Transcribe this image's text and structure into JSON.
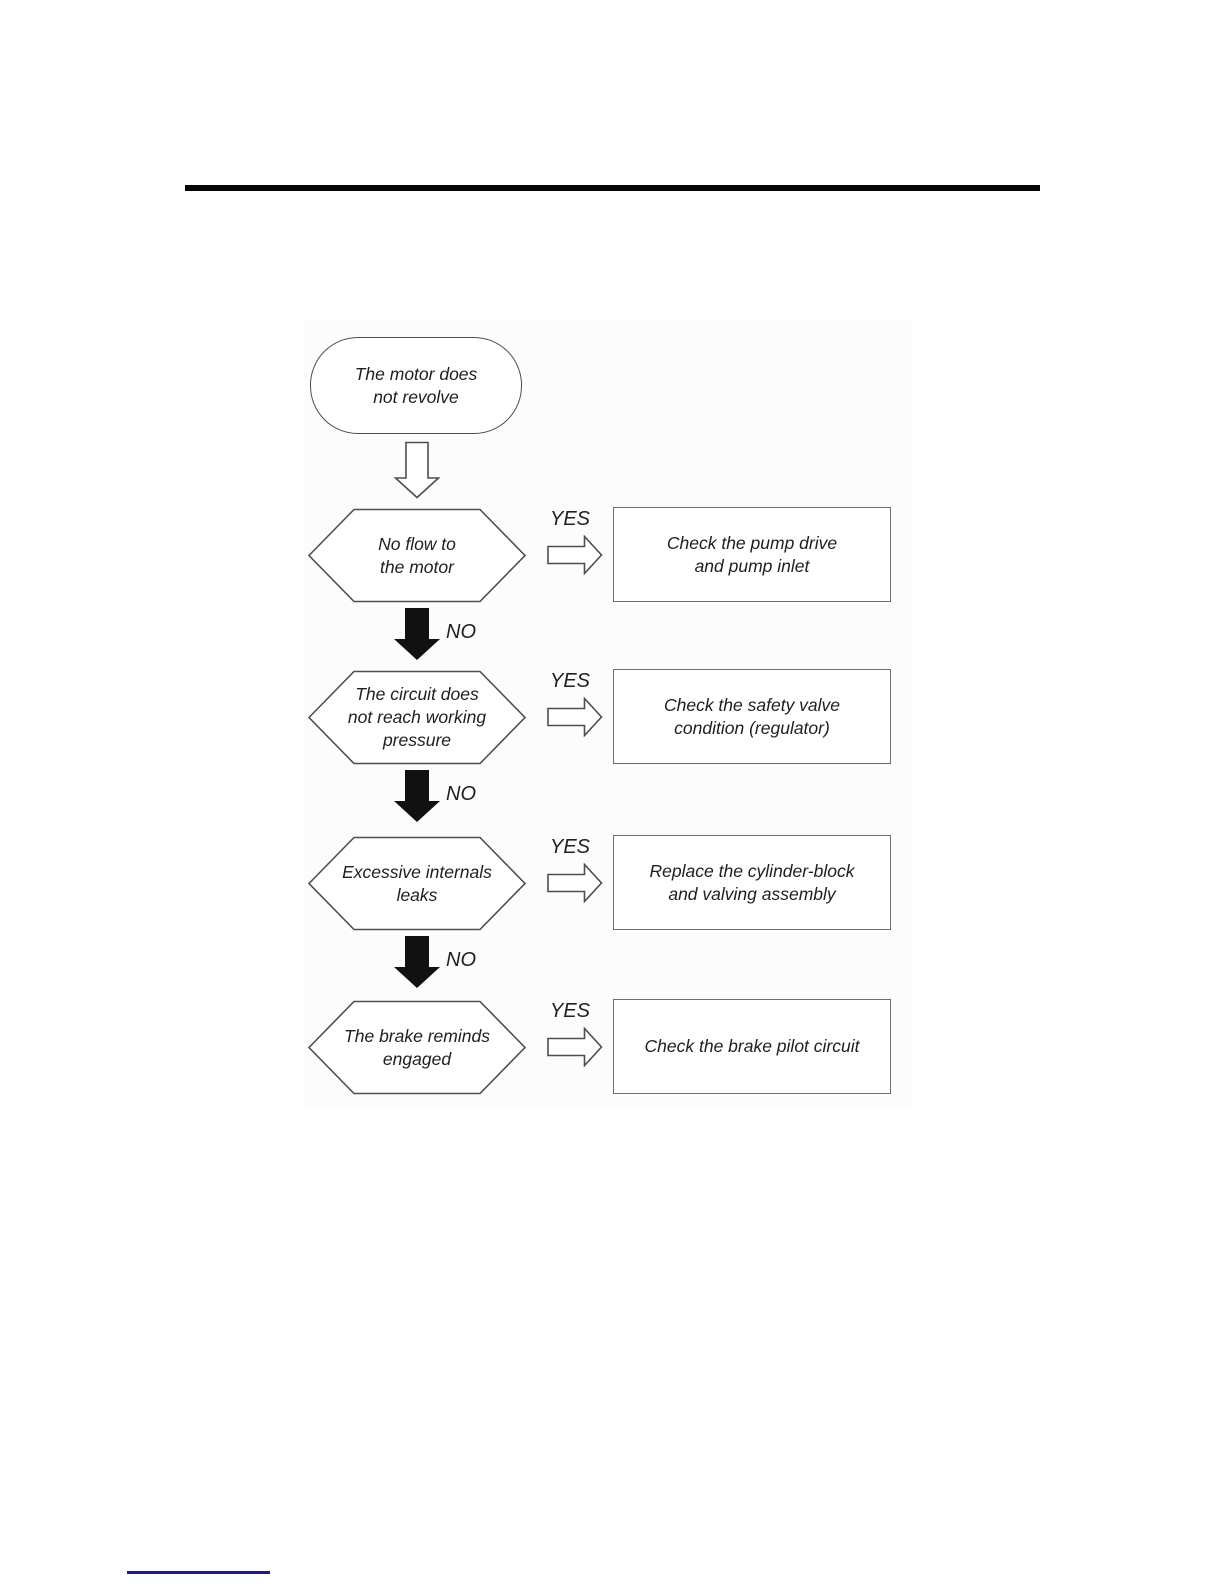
{
  "colors": {
    "header_rule": "#050505",
    "shape_outline": "#4e4e4e",
    "action_box_outline": "#6d6d6d",
    "no_arrow_fill": "#111111",
    "footer_rule": "#1b1b8e"
  },
  "icons": {
    "start_to_first_condition": "open-block-arrow-down",
    "yes_branch": "open-block-arrow-right",
    "no_branch": "solid-block-arrow-down"
  },
  "flowchart": {
    "start_label": "The motor does\nnot revolve",
    "rows": [
      {
        "condition": "No flow to\nthe motor",
        "yes_label": "YES",
        "action": "Check the pump drive\nand pump inlet",
        "no_label": "NO"
      },
      {
        "condition": "The circuit does\nnot reach working\npressure",
        "yes_label": "YES",
        "action": "Check the safety valve\ncondition (regulator)",
        "no_label": "NO"
      },
      {
        "condition": "Excessive internals\nleaks",
        "yes_label": "YES",
        "action": "Replace the cylinder-block\nand valving assembly",
        "no_label": "NO"
      },
      {
        "condition": "The brake reminds\nengaged",
        "yes_label": "YES",
        "action": "Check the brake pilot circuit"
      }
    ]
  }
}
